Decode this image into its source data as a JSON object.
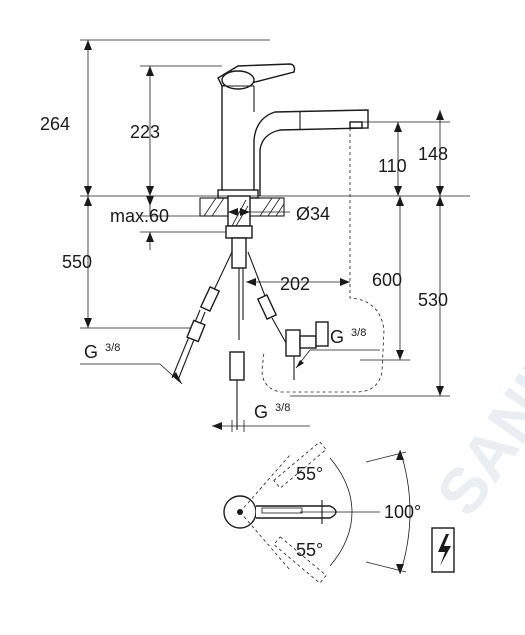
{
  "dimensions": {
    "d264": "264",
    "d223": "223",
    "d110": "110",
    "d148": "148",
    "max60": "max.60",
    "dia34": "Ø34",
    "d550": "550",
    "d202": "202",
    "d600": "600",
    "d530": "530",
    "thread_left_main": "G",
    "thread_left_frac": "3/8",
    "thread_right_main": "G",
    "thread_right_frac": "3/8",
    "thread_bottom_main": "G",
    "thread_bottom_frac": "3/8",
    "angle_top": "55°",
    "angle_bottom": "55°",
    "angle_total": "100°"
  },
  "watermark": "SANITINO",
  "icons": {
    "electric": "electric-warning-icon"
  }
}
